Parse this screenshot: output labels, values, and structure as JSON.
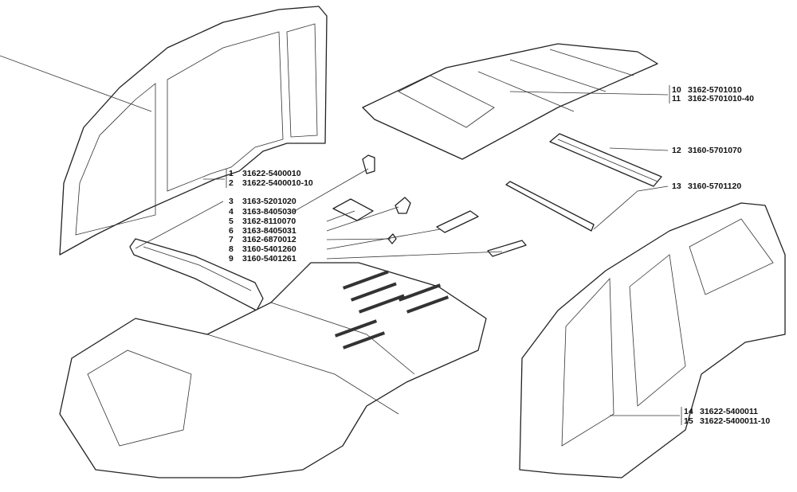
{
  "callouts": [
    {
      "num": "1",
      "code": "31622-5400010"
    },
    {
      "num": "2",
      "code": "31622-5400010-10"
    },
    {
      "num": "3",
      "code": "3163-5201020"
    },
    {
      "num": "4",
      "code": "3163-8405030"
    },
    {
      "num": "5",
      "code": "3162-8110070"
    },
    {
      "num": "6",
      "code": "3163-8405031"
    },
    {
      "num": "7",
      "code": "3162-6870012"
    },
    {
      "num": "8",
      "code": "3160-5401260"
    },
    {
      "num": "9",
      "code": "3160-5401261"
    },
    {
      "num": "10",
      "code": "3162-5701010"
    },
    {
      "num": "11",
      "code": "3162-5701010-40"
    },
    {
      "num": "12",
      "code": "3160-5701070"
    },
    {
      "num": "13",
      "code": "3160-5701120"
    },
    {
      "num": "14",
      "code": "31622-5400011"
    },
    {
      "num": "15",
      "code": "31622-5400011-10"
    }
  ]
}
